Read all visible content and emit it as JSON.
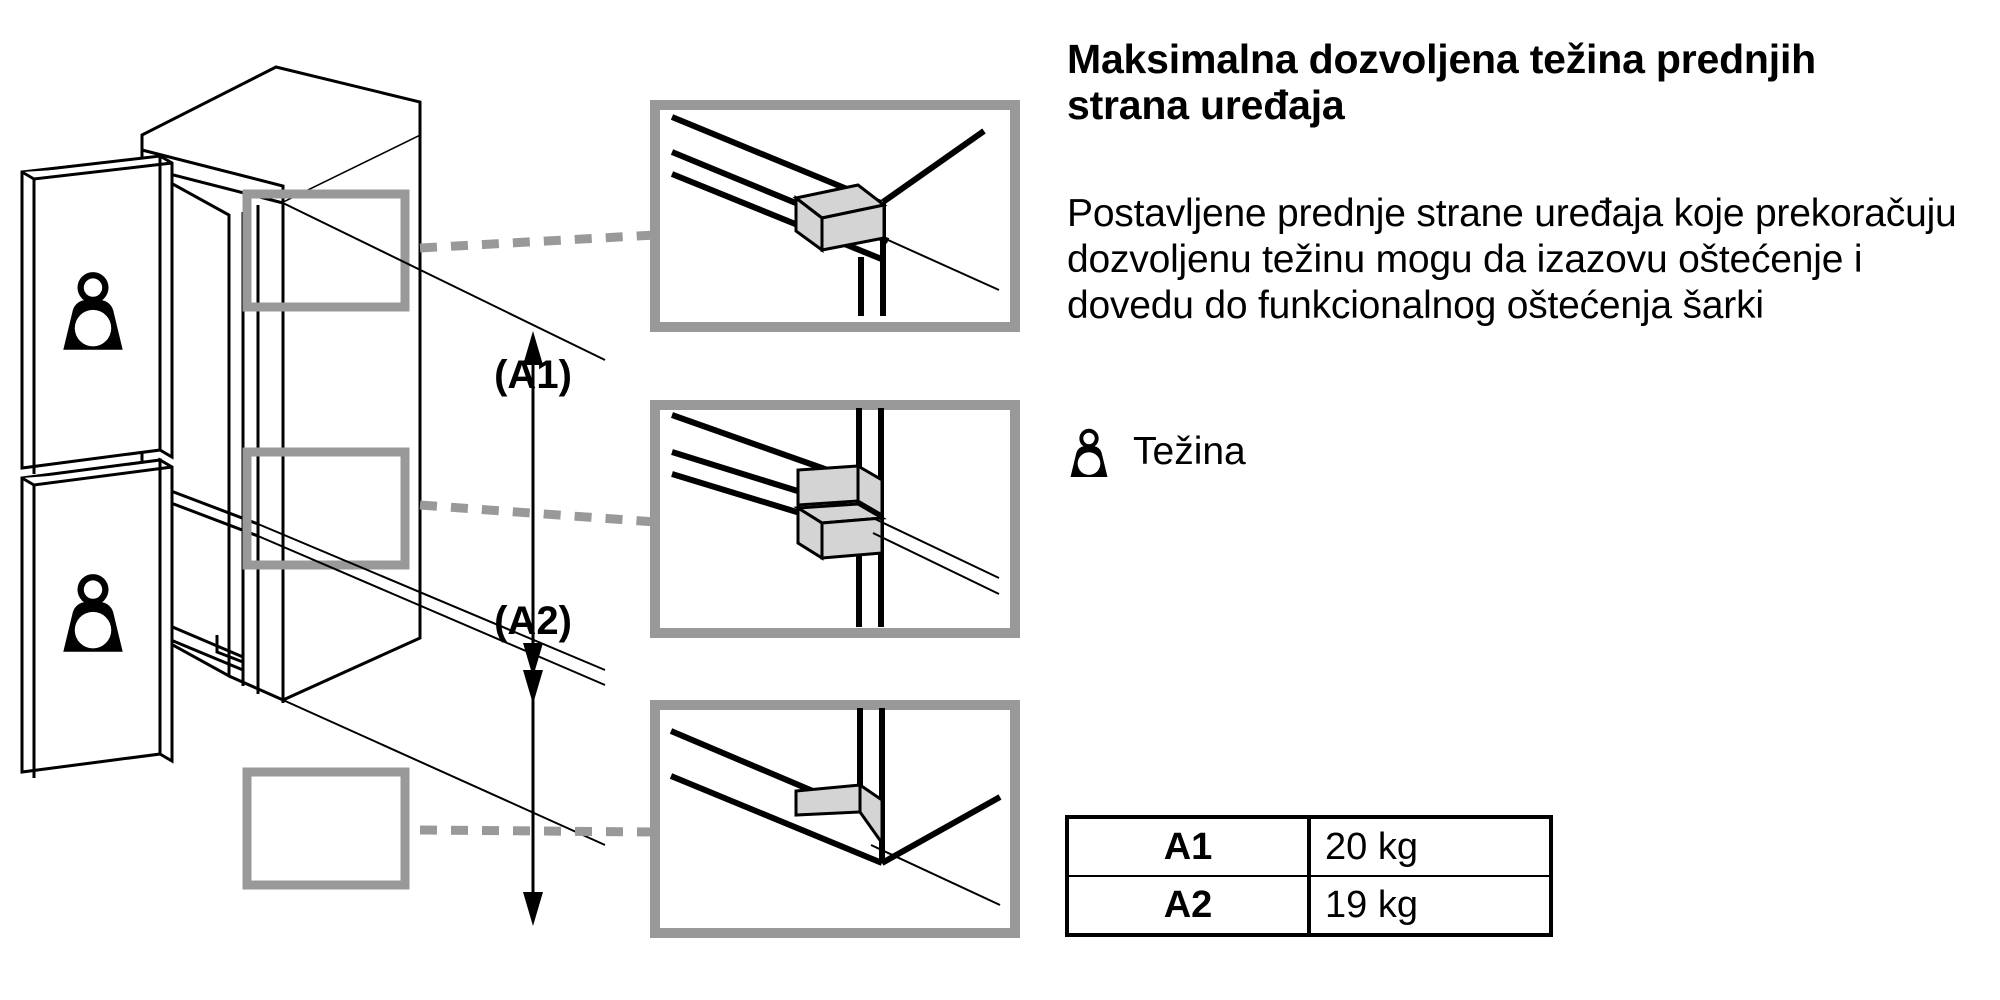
{
  "document": {
    "title": "Maksimalna dozvoljena težina prednjih strana uređaja",
    "body": "Postavljene prednje strane uređaja koje prekoračuju dozvoljenu težinu mogu da izazovu oštećenje i dovedu do funkcionalnog oštećenja šarki"
  },
  "legend": {
    "icon": "weight-icon",
    "label": "Težina"
  },
  "table": {
    "rows": [
      {
        "key": "A1",
        "value": "20 kg"
      },
      {
        "key": "A2",
        "value": "19 kg"
      }
    ]
  },
  "diagram": {
    "dimension_labels": {
      "a1": "(A1)",
      "a2": "(A2)"
    },
    "callouts": [
      {
        "name": "top-hinge-detail",
        "blocks": 1
      },
      {
        "name": "middle-hinge-detail",
        "blocks": 2
      },
      {
        "name": "bottom-hinge-detail",
        "blocks": 1
      }
    ],
    "door_panels": [
      {
        "name": "upper-door-panel",
        "icon": "weight-icon"
      },
      {
        "name": "lower-door-panel",
        "icon": "weight-icon"
      }
    ],
    "colors": {
      "line": "#000000",
      "highlight_box": "#999999",
      "leader_dash": "#999999",
      "hinge_fill": "#d4d4d4"
    }
  }
}
